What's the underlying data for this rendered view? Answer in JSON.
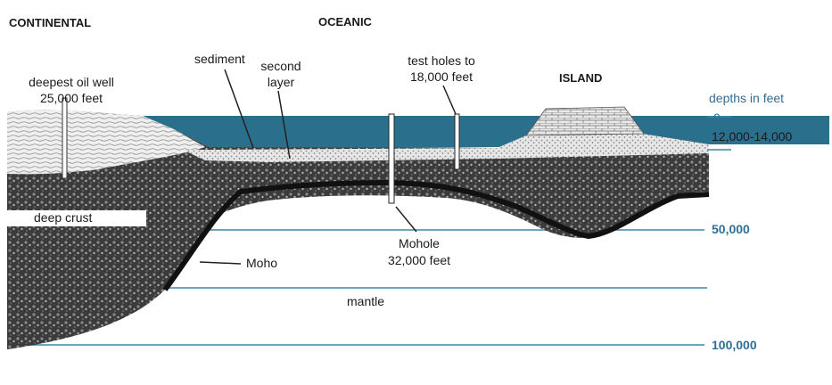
{
  "headings": {
    "continental": "CONTINENTAL",
    "oceanic": "OCEANIC",
    "island": "ISLAND"
  },
  "labels": {
    "oil_well_line1": "deepest oil well",
    "oil_well_line2": "25,000 feet",
    "sediment": "sediment",
    "second_layer_line1": "second",
    "second_layer_line2": "layer",
    "test_holes_line1": "test holes to",
    "test_holes_line2": "18,000 feet",
    "deep_crust": "deep crust",
    "moho": "Moho",
    "mohole_line1": "Mohole",
    "mohole_line2": "32,000 feet",
    "mantle": "mantle"
  },
  "depth_scale": {
    "title": "depths in feet",
    "zero": "0",
    "ocean_floor": "12,000-14,000",
    "mid": "50,000",
    "deep": "100,000"
  },
  "colors": {
    "ocean": "#2a6f8c",
    "depth_line": "#3d86a8",
    "depth_text": "#2f6f95"
  }
}
